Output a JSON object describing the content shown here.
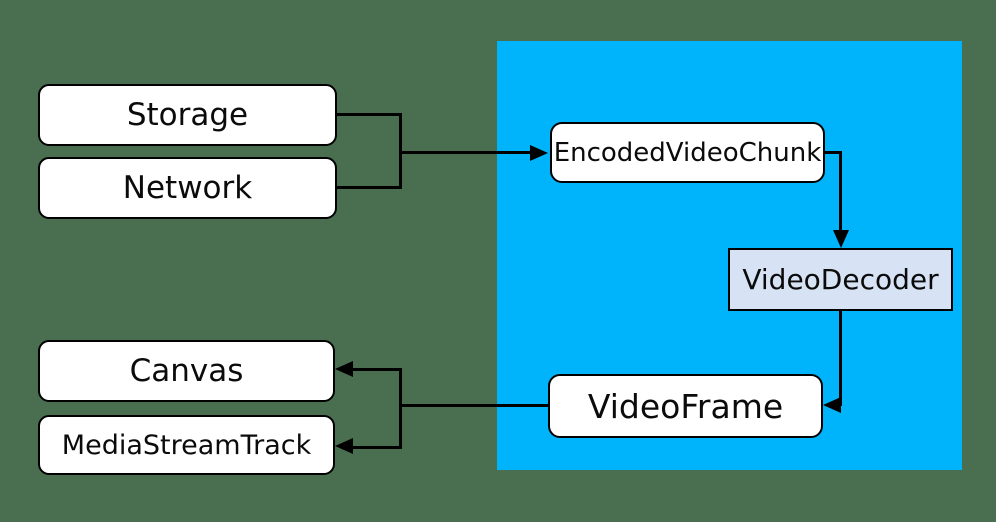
{
  "colors": {
    "background": "#4a6f50",
    "region": "#00b4fb",
    "node_fill": "#ffffff",
    "decoder_fill": "#d7e3f4",
    "line": "#000000",
    "text": "#0b0b0b"
  },
  "nodes": {
    "storage": {
      "label": "Storage"
    },
    "network": {
      "label": "Network"
    },
    "encoded_video_chunk": {
      "label": "EncodedVideoChunk"
    },
    "video_decoder": {
      "label": "VideoDecoder"
    },
    "video_frame": {
      "label": "VideoFrame"
    },
    "canvas": {
      "label": "Canvas"
    },
    "media_stream_track": {
      "label": "MediaStreamTrack"
    }
  },
  "edges": [
    {
      "from": "storage",
      "to": "encoded_video_chunk"
    },
    {
      "from": "network",
      "to": "encoded_video_chunk"
    },
    {
      "from": "encoded_video_chunk",
      "to": "video_decoder"
    },
    {
      "from": "video_decoder",
      "to": "video_frame"
    },
    {
      "from": "video_frame",
      "to": "canvas"
    },
    {
      "from": "video_frame",
      "to": "media_stream_track"
    }
  ]
}
